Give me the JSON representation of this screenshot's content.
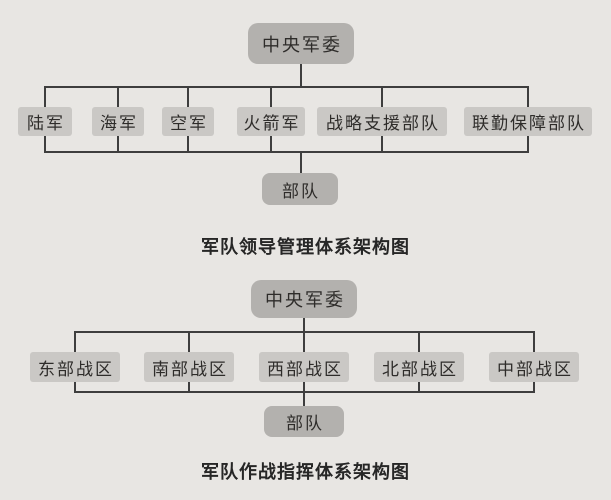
{
  "colors": {
    "background": "#e8e6e3",
    "node_fill_primary": "#b3b1ae",
    "node_fill_secondary": "#cac8c5",
    "connector_line": "#3e3e3e",
    "text": "#2e2c2a"
  },
  "diagrams": [
    {
      "type": "org-tree",
      "title": "军队领导管理体系架构图",
      "root": "中央军委",
      "branches": [
        "陆军",
        "海军",
        "空军",
        "火箭军",
        "战略支援部队",
        "联勤保障部队"
      ],
      "sink": "部队"
    },
    {
      "type": "org-tree",
      "title": "军队作战指挥体系架构图",
      "root": "中央军委",
      "branches": [
        "东部战区",
        "南部战区",
        "西部战区",
        "北部战区",
        "中部战区"
      ],
      "sink": "部队"
    }
  ]
}
